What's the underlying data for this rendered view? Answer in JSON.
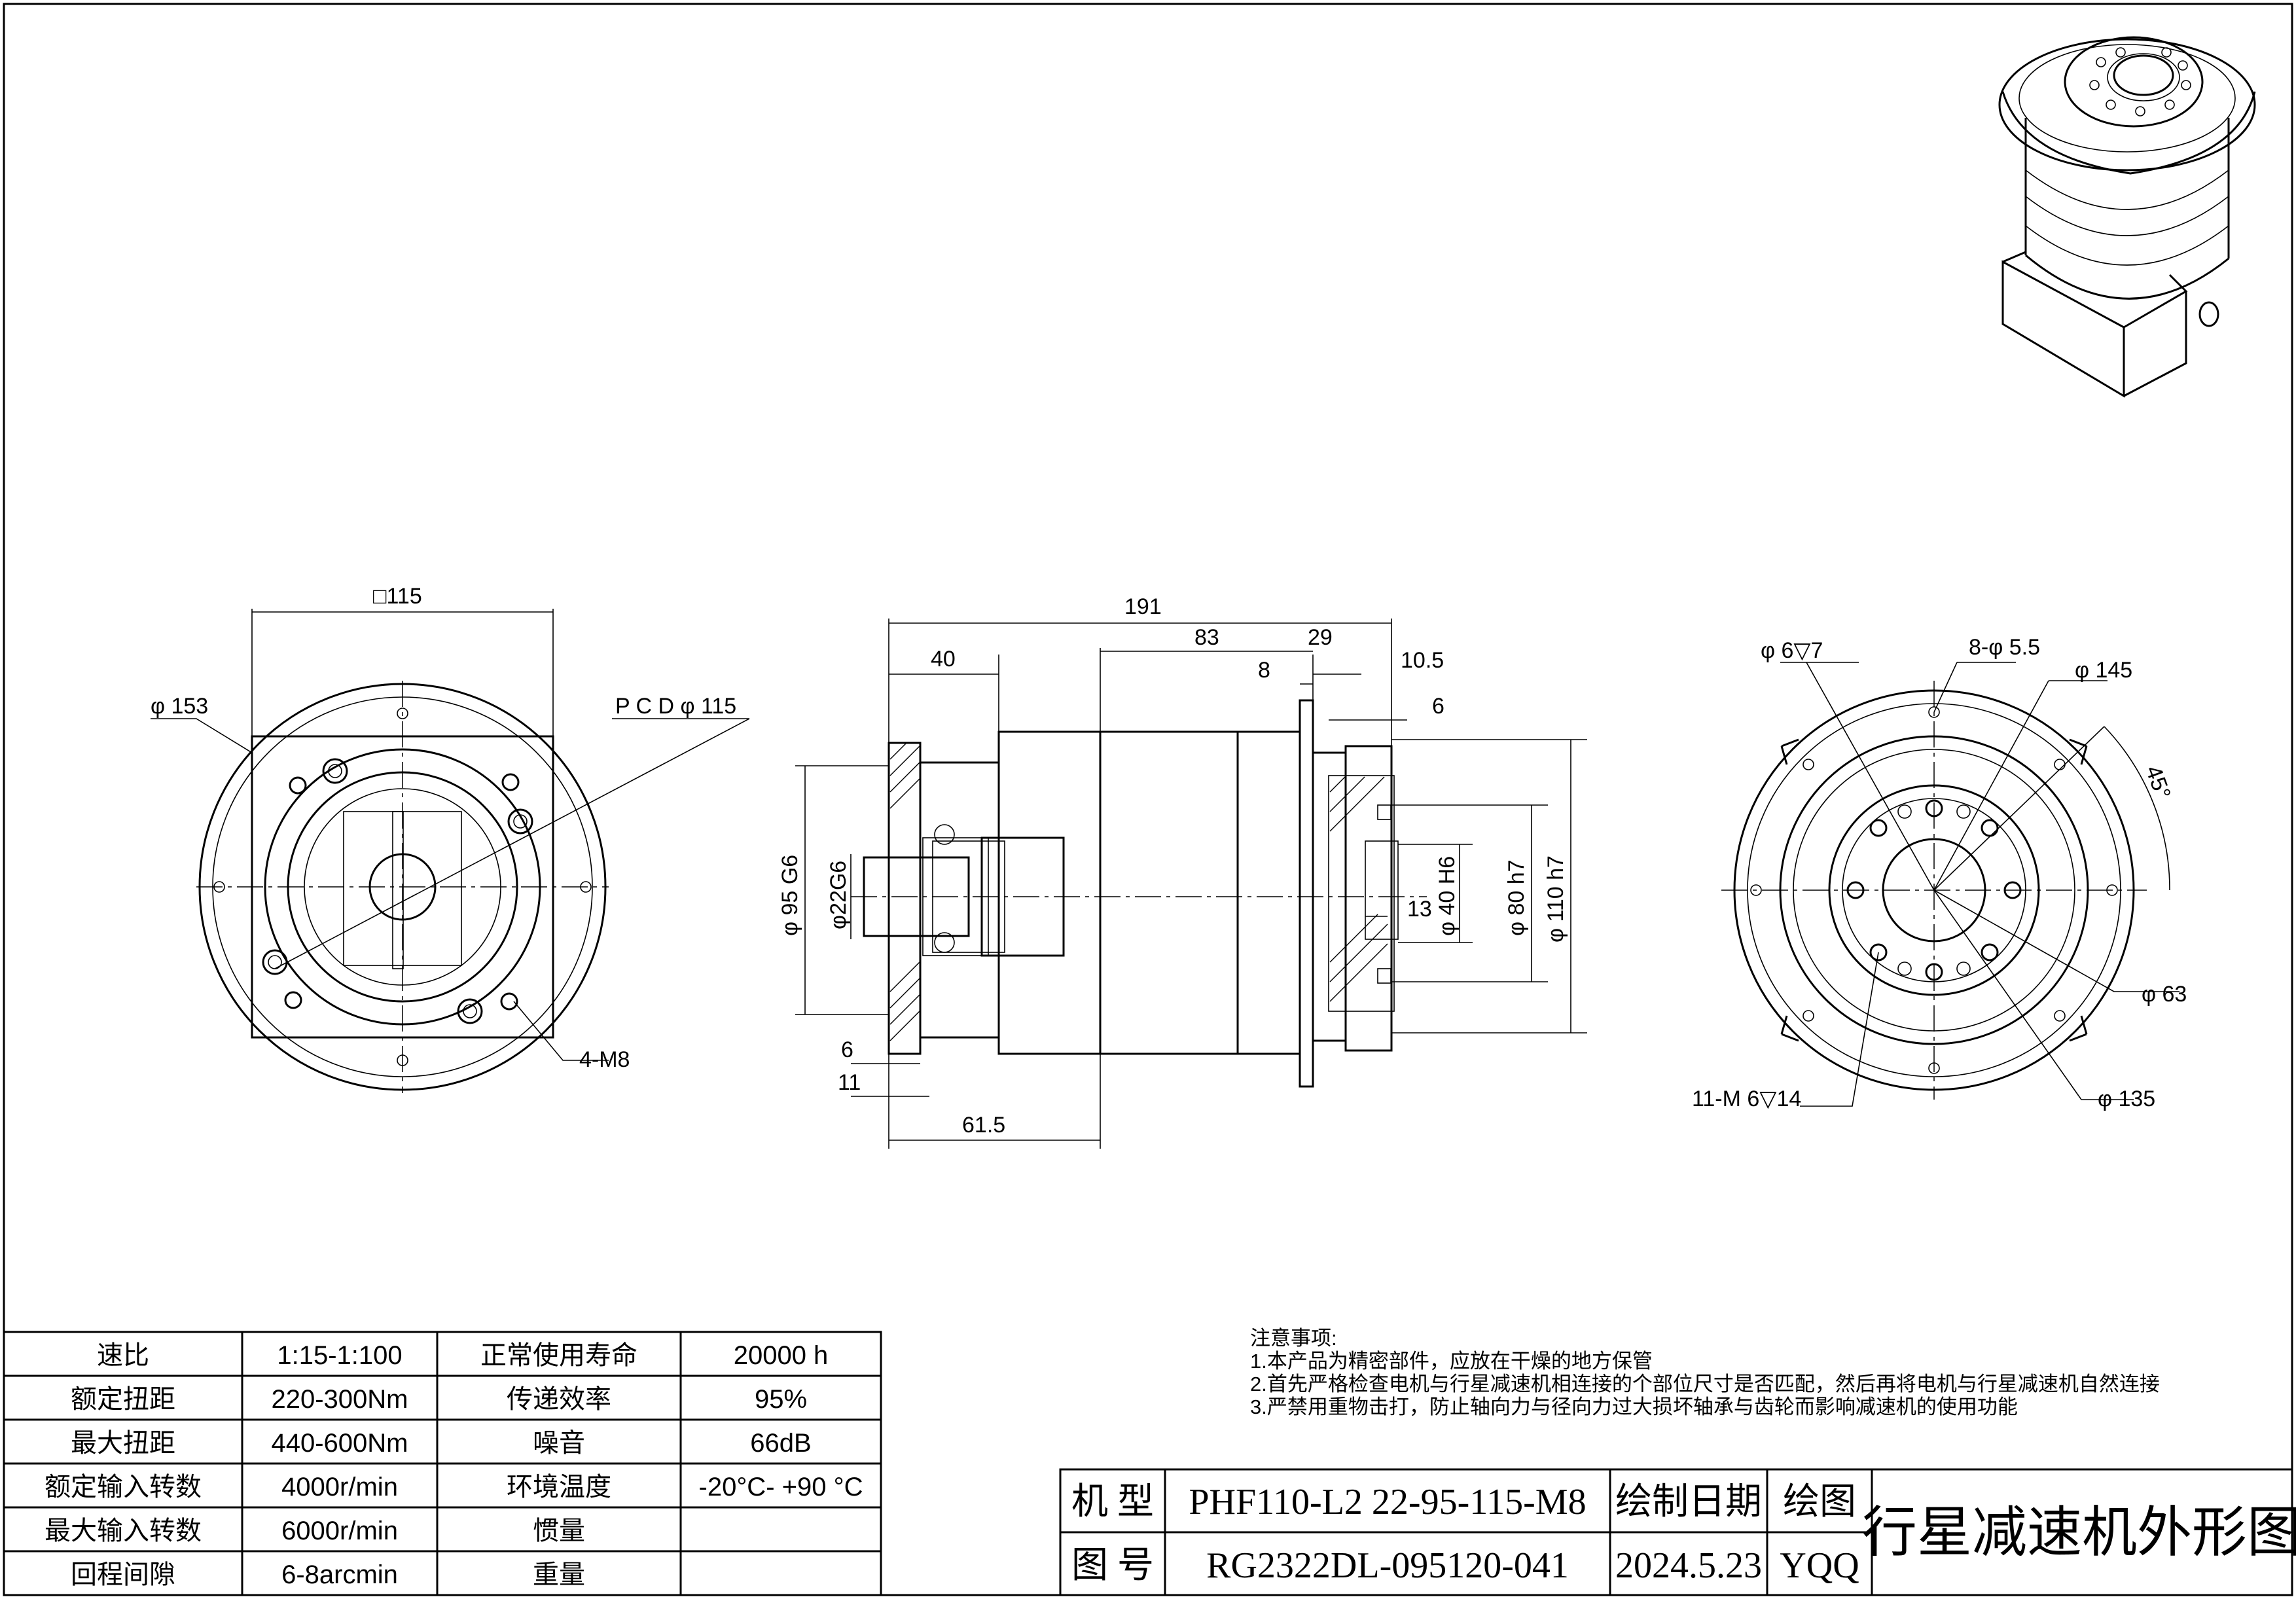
{
  "dims": {
    "square": "□115",
    "d153": "φ 153",
    "pcd": "P C D  φ 115",
    "m8": "4-M8",
    "len191": "191",
    "len40": "40",
    "len83": "83",
    "len29": "29",
    "len8": "8",
    "len10_5": "10.5",
    "len6a": "6",
    "len13": "13",
    "len6b": "6",
    "len11": "11",
    "len61_5": "61.5",
    "d95": "φ 95  G6",
    "d22": "φ22G6",
    "d40": "φ 40  H6",
    "d80": "φ 80  h7",
    "d110": "φ 110  h7",
    "hole6": "φ 6▽7",
    "holes8": "8-φ 5.5",
    "d145": "φ 145",
    "deg45": "45°",
    "d63": "φ 63",
    "m6": "11-M 6▽14",
    "d135": "φ 135"
  },
  "specs": {
    "rows": [
      {
        "label": "速比",
        "value": "1:15-1:100",
        "label2": "正常使用寿命",
        "value2": "20000 h"
      },
      {
        "label": "额定扭距",
        "value": "220-300Nm",
        "label2": "传递效率",
        "value2": "95%"
      },
      {
        "label": "最大扭距",
        "value": "440-600Nm",
        "label2": "噪音",
        "value2": "66dB"
      },
      {
        "label": "额定输入转数",
        "value": "4000r/min",
        "label2": "环境温度",
        "value2": "-20°C- +90 °C"
      },
      {
        "label": "最大输入转数",
        "value": "6000r/min",
        "label2": "惯量",
        "value2": ""
      },
      {
        "label": "回程间隙",
        "value": "6-8arcmin",
        "label2": "重量",
        "value2": ""
      }
    ]
  },
  "notes": {
    "title": "注意事项:",
    "line1": "1.本产品为精密部件，应放在干燥的地方保管",
    "line2": "2.首先严格检查电机与行星减速机相连接的个部位尺寸是否匹配，然后再将电机与行星减速机自然连接",
    "line3": "3.严禁用重物击打，防止轴向力与径向力过大损坏轴承与齿轮而影响减速机的使用功能"
  },
  "titleblock": {
    "model_label": "机 型",
    "model_value": "PHF110-L2 22-95-115-M8",
    "date_label": "绘制日期",
    "drawer_label": "绘图",
    "drawing_title": "行星减速机外形图",
    "number_label": "图 号",
    "number_value": "RG2322DL-095120-041",
    "date_value": "2024.5.23",
    "drawer_value": "YQQ"
  }
}
